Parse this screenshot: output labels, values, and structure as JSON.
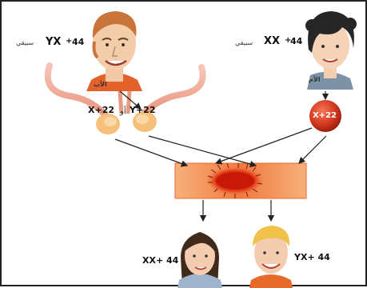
{
  "father": {
    "formula_number": "44",
    "formula_sex": "YX",
    "formula_plus": "+",
    "formula_word": "سبيقي",
    "role": "الأب"
  },
  "mother": {
    "formula_number": "44",
    "formula_sex": "XX",
    "formula_plus": "+",
    "formula_word": "سبيقي",
    "role": "الأم"
  },
  "sperm": {
    "left_label": "X+22",
    "or_word": "أو",
    "right_label": "Y+22"
  },
  "egg": {
    "label": "X+22"
  },
  "offspring": {
    "girl_label": "XX+ 44",
    "boy_label": "YX+ 44"
  },
  "colors": {
    "egg": "#d83c22",
    "zygote_band": "#f08a50",
    "zygote_core": "#d42010",
    "arrow": "#222222"
  }
}
